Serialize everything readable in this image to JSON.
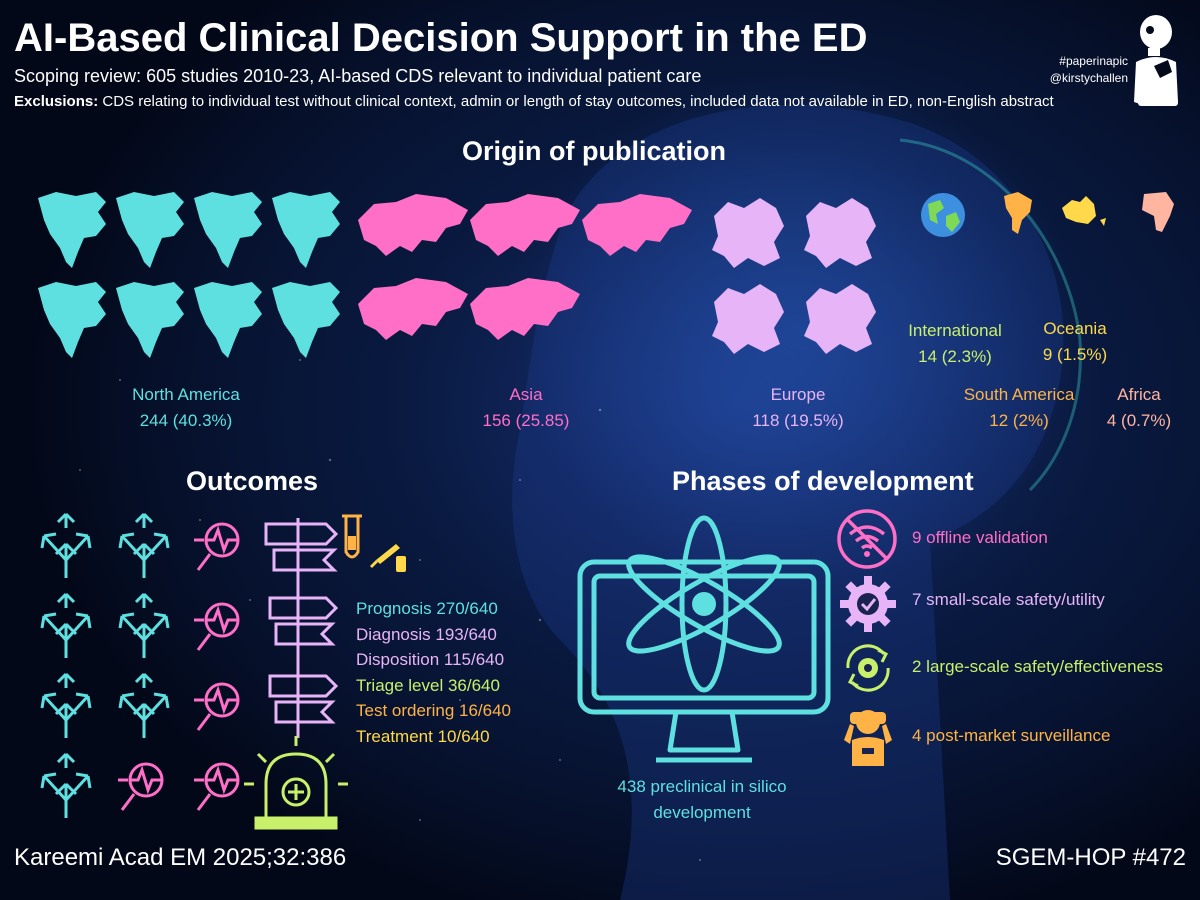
{
  "header": {
    "title": "AI-Based Clinical Decision Support in the ED",
    "subtitle": "Scoping review: 605 studies 2010-23, AI-based CDS relevant to individual patient care",
    "exclusions_label": "Exclusions:",
    "exclusions_text": " CDS relating to individual test without clinical context, admin or length of stay outcomes, included data not available in ED, non-English abstract",
    "hashtag": "#paperinapic",
    "handle": "@kirstychallen"
  },
  "origin": {
    "heading": "Origin of publication",
    "regions": [
      {
        "name": "North America",
        "value": "244 (40.3%)",
        "color": "#5ee0e0"
      },
      {
        "name": "Asia",
        "value": "156 (25.85)",
        "color": "#ff6ec7"
      },
      {
        "name": "Europe",
        "value": "118 (19.5%)",
        "color": "#e8b4f8"
      },
      {
        "name": "International",
        "value": "14 (2.3%)",
        "color": "#c8f06a"
      },
      {
        "name": "Oceania",
        "value": "9 (1.5%)",
        "color": "#ffd94a"
      },
      {
        "name": "South America",
        "value": "12 (2%)",
        "color": "#ffb347"
      },
      {
        "name": "Africa",
        "value": "4 (0.7%)",
        "color": "#ffb5a0"
      }
    ]
  },
  "outcomes": {
    "heading": "Outcomes",
    "items": [
      {
        "label": "Prognosis 270/640",
        "color": "#5ee0e0"
      },
      {
        "label": "Diagnosis 193/640",
        "color": "#e8b4f8"
      },
      {
        "label": "Disposition 115/640",
        "color": "#e8b4f8"
      },
      {
        "label": "Triage level 36/640",
        "color": "#c8f06a"
      },
      {
        "label": "Test ordering 16/640",
        "color": "#ffb347"
      },
      {
        "label": "Treatment 10/640",
        "color": "#ffd94a"
      }
    ]
  },
  "phases": {
    "heading": "Phases of development",
    "preclinical_line1": "438 preclinical in silico",
    "preclinical_line2": "development",
    "items": [
      {
        "label": "9 offline validation",
        "color": "#ff6ec7"
      },
      {
        "label": "7 small-scale safety/utility",
        "color": "#e8b4f8"
      },
      {
        "label": "2 large-scale safety/effectiveness",
        "color": "#c8f06a"
      },
      {
        "label": "4 post-market surveillance",
        "color": "#ffb347"
      }
    ]
  },
  "footer": {
    "citation": "Kareemi Acad EM 2025;32:386",
    "episode": "SGEM-HOP #472"
  },
  "colors": {
    "cyan": "#5ee0e0",
    "pink": "#ff6ec7",
    "lavender": "#e8b4f8",
    "lime": "#c8f06a",
    "orange": "#ffb347",
    "yellow": "#ffd94a"
  }
}
